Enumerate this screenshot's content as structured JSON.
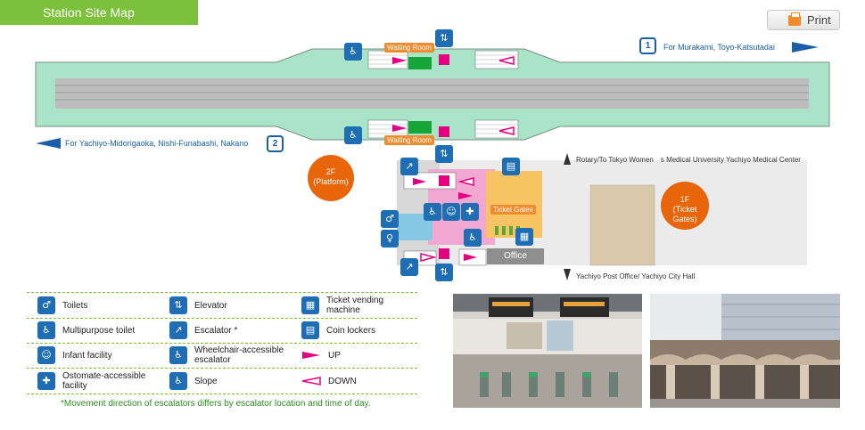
{
  "header": {
    "title": "Station Site Map",
    "print_label": "Print"
  },
  "map": {
    "dir_right": {
      "num": "1",
      "label": "For Murakami, Toyo-Katsutadai"
    },
    "dir_left": {
      "num": "2",
      "label": "For Yachiyo-Midorigaoka, Nishi-Funabashi, Nakano"
    },
    "waiting_room_top": "Waiting Room",
    "waiting_room_bottom": "Waiting Room",
    "platform_circle": {
      "line1": "2F",
      "line2": "(Platform)"
    },
    "gates_circle": {
      "line1": "1F",
      "line2": "(Ticket Gates)"
    },
    "ticket_gates": "Ticket Gates",
    "office": "Office",
    "north_note": "Rotary/To Tokyo Women　s Medical University Yachiyo Medical Center",
    "south_note": "Yachiyo Post Office/ Yachiyo City Hall"
  },
  "legend": {
    "items": [
      {
        "icon": "toilet-icon",
        "label": "Toilets"
      },
      {
        "icon": "elevator-icon",
        "label": "Elevator"
      },
      {
        "icon": "ticket-machine-icon",
        "label": "Ticket vending machine"
      },
      {
        "icon": "multipurpose-toilet-icon",
        "label": "Multipurpose toilet"
      },
      {
        "icon": "escalator-icon",
        "label": "Escalator *"
      },
      {
        "icon": "coin-locker-icon",
        "label": "Coin lockers"
      },
      {
        "icon": "infant-facility-icon",
        "label": "Infant facility"
      },
      {
        "icon": "wheelchair-escalator-icon",
        "label": "Wheelchair-accessible escalator"
      },
      {
        "icon": "up-arrow-icon",
        "label": "UP"
      },
      {
        "icon": "ostomate-icon",
        "label": "Ostomate-accessible facility"
      },
      {
        "icon": "slope-icon",
        "label": "Slope"
      },
      {
        "icon": "down-arrow-icon",
        "label": "DOWN"
      }
    ],
    "footnote": "*Movement direction of escalators differs by escalator location and time of day."
  },
  "colors": {
    "accent_green": "#7cc13b",
    "platform_green": "#a9e4c8",
    "icon_blue": "#1f6db3",
    "up_magenta": "#e4007f",
    "circle_orange": "#e8650a",
    "concourse_pink": "#f2a7d3",
    "gates_yellow": "#f8c463"
  }
}
